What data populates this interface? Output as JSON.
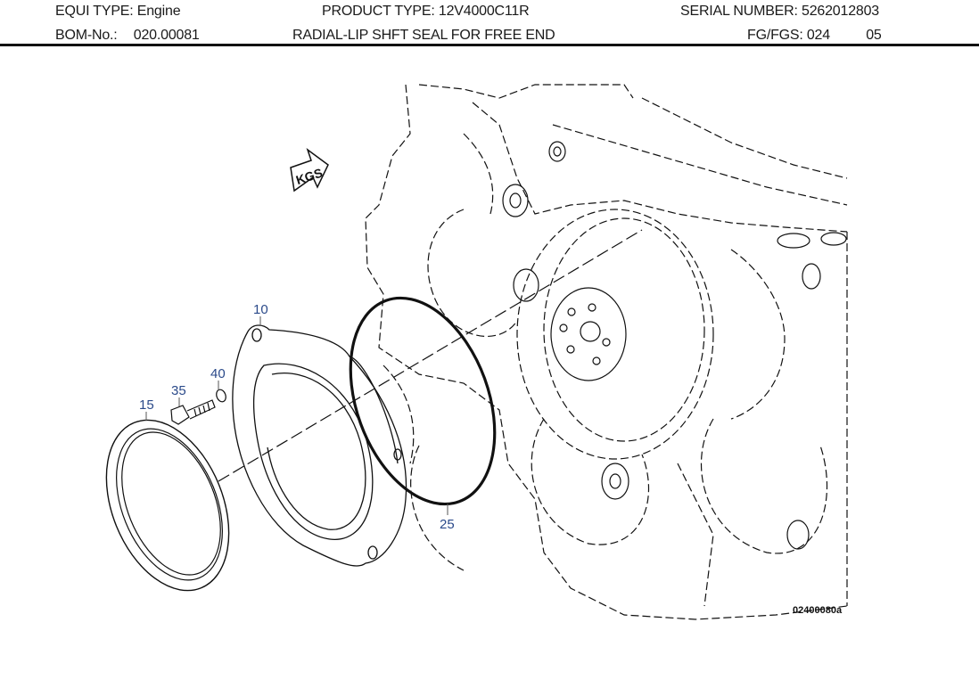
{
  "header": {
    "equi_type_label": "EQUI TYPE:",
    "equi_type_value": "Engine",
    "product_type_label": "PRODUCT TYPE:",
    "product_type_value": "12V4000C11R",
    "serial_number_label": "SERIAL NUMBER:",
    "serial_number_value": "5262012803",
    "bom_label": "BOM-No.:",
    "bom_value": "020.00081",
    "description": "RADIAL-LIP SHFT SEAL FOR FREE END",
    "fg_label": "FG/FGS:",
    "fg_value": "024",
    "fgs_value": "05"
  },
  "diagram": {
    "direction_marker": "KGS",
    "figure_number": "02400080a",
    "callouts": [
      {
        "id": "10",
        "label": "10",
        "part": "cover"
      },
      {
        "id": "15",
        "label": "15",
        "part": "radial-lip shaft seal"
      },
      {
        "id": "25",
        "label": "25",
        "part": "o-ring"
      },
      {
        "id": "35",
        "label": "35",
        "part": "screw"
      },
      {
        "id": "40",
        "label": "40",
        "part": "washer"
      }
    ],
    "colors": {
      "callout": "#2b4a8a",
      "line": "#111111"
    }
  }
}
